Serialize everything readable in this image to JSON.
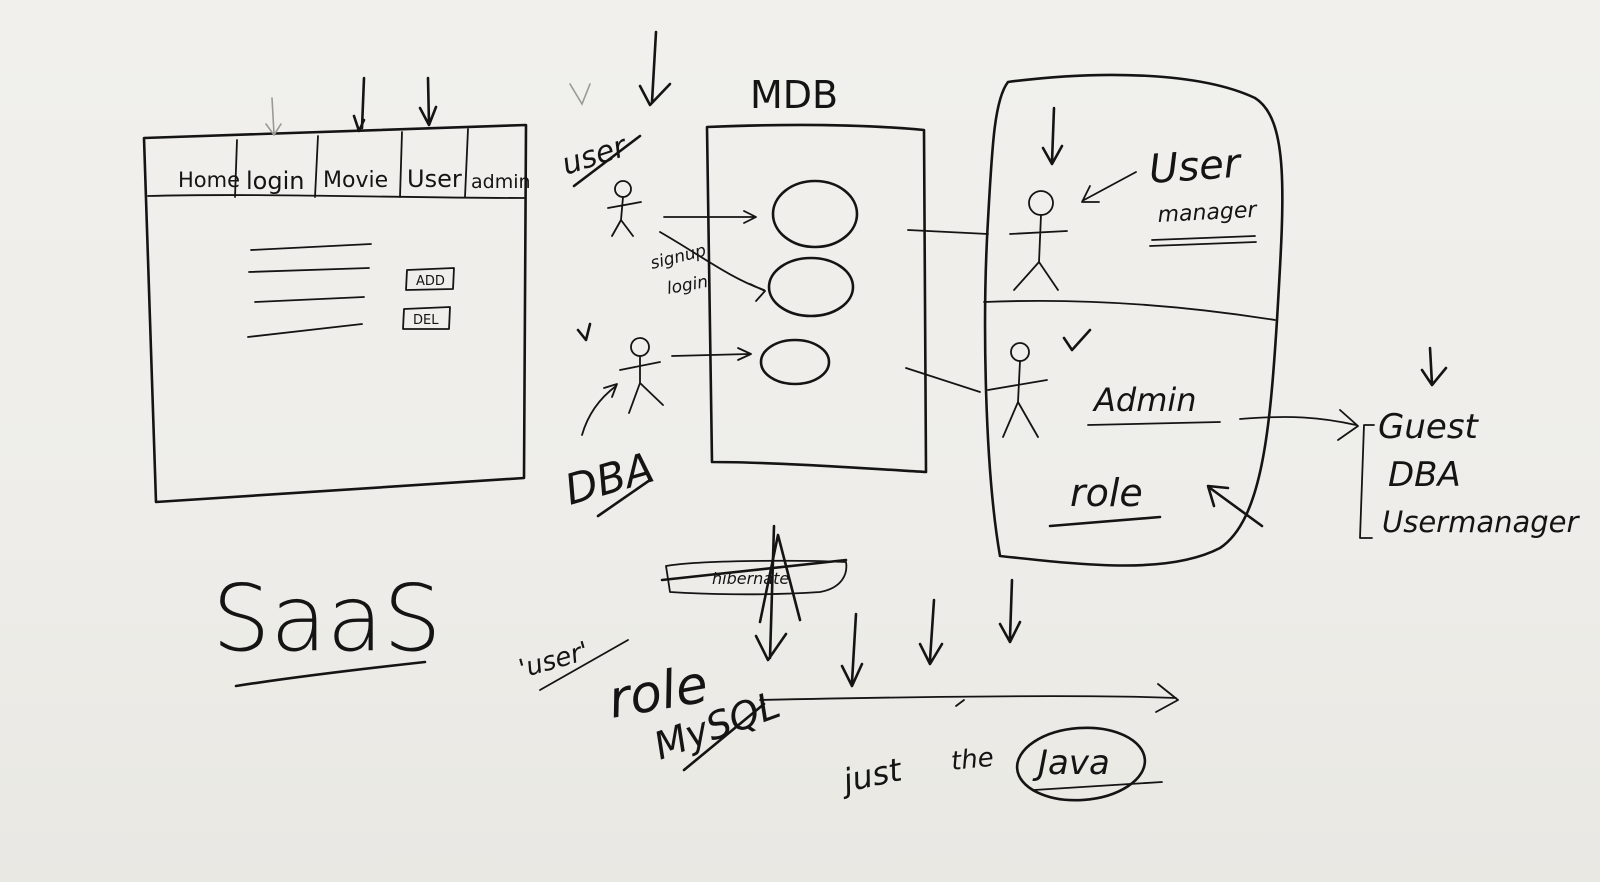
{
  "mockup": {
    "tabs": [
      "Home",
      "login",
      "Movie",
      "User",
      "admin"
    ],
    "buttons": {
      "add": "ADD",
      "del": "DEL"
    }
  },
  "saas_label": "SaaS",
  "mdb": {
    "title": "MDB",
    "user_actor": "user",
    "dba_actor": "DBA",
    "signup_login": [
      "signup",
      "login"
    ]
  },
  "right_panel": {
    "user_manager": [
      "User",
      "manager"
    ],
    "admin": "Admin",
    "role": "role"
  },
  "roles_list": [
    "Guest",
    "DBA",
    "Usermanager"
  ],
  "bottom": {
    "struck_text": "hibernate",
    "user_note": "'user'",
    "role": "role",
    "mysql": "MySQL",
    "just_the": [
      "just",
      "the"
    ],
    "java": "Java"
  }
}
